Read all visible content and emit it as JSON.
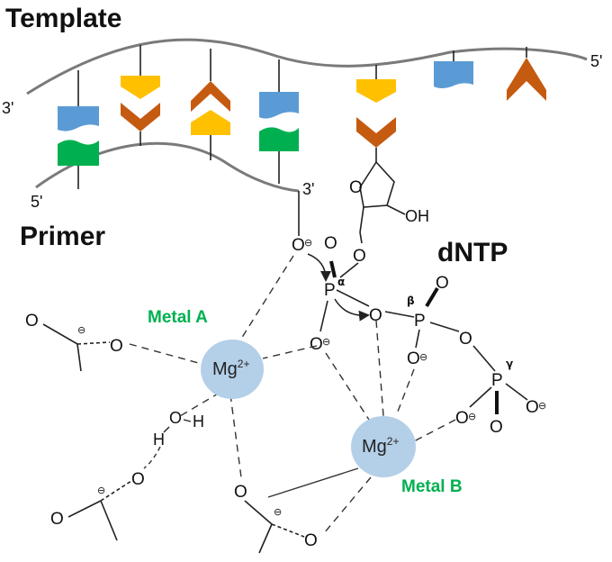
{
  "labels": {
    "template": "Template",
    "primer": "Primer",
    "dntp": "dNTP",
    "template_3prime": "3'",
    "template_5prime": "5'",
    "primer_5prime": "5'",
    "primer_3prime": "3'",
    "oh": "OH",
    "metal_a": "Metal A",
    "metal_b": "Metal B",
    "mg_a": "Mg",
    "mg_b": "Mg",
    "mg_charge": "2+",
    "alpha": "α",
    "beta": "β",
    "gamma": "γ",
    "p_alpha": "P",
    "p_beta": "P",
    "p_gamma": "P",
    "water_o": "O",
    "water_h1": "H",
    "water_h2": "H",
    "minus": "⊖"
  },
  "colors": {
    "blue": "#5b9bd5",
    "green": "#00b050",
    "orange": "#c55a11",
    "yellow": "#ffc000",
    "metal_fill": "#b4cfe8",
    "metal_text": "#00b050",
    "line": "#222222"
  },
  "bases": {
    "template": [
      "blue-block",
      "yellow-chevron",
      "orange-chevron",
      "blue-block",
      "yellow-chevron",
      "blue-block",
      "orange-chevron"
    ],
    "primer": [
      "green-block",
      "orange-chevron",
      "yellow-chevron",
      "green-block"
    ],
    "incoming": "orange-chevron"
  }
}
